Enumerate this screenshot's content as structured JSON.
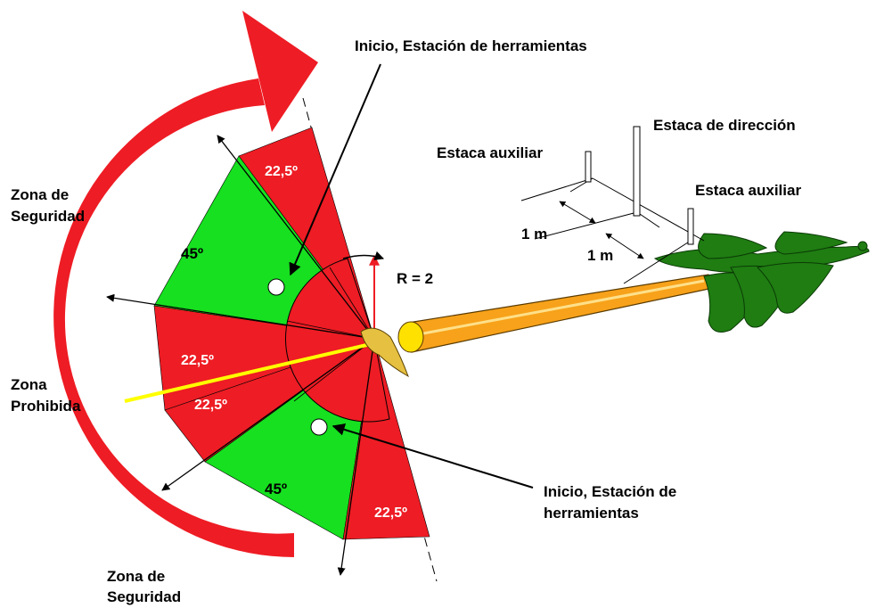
{
  "labels": {
    "start_top": "Inicio, Estación de herramientas",
    "start_bottom_1": "Inicio, Estación de",
    "start_bottom_2": "herramientas",
    "stake_direction": "Estaca de dirección",
    "stake_aux_left": "Estaca auxiliar",
    "stake_aux_right": "Estaca auxiliar",
    "dist_1": "1 m",
    "dist_2": "1 m",
    "radius": "R = 2",
    "safety_top_1": "Zona de",
    "safety_top_2": "Seguridad",
    "forbidden_1": "Zona",
    "forbidden_2": "Prohibida",
    "safety_bottom_1": "Zona de",
    "safety_bottom_2": "Seguridad"
  },
  "sectors": {
    "top_red": "22,5º",
    "top_green": "45º",
    "mid_red_upper": "22,5º",
    "mid_red_lower": "22,5º",
    "bottom_green": "45º",
    "bottom_red": "22,5º"
  },
  "colors": {
    "red": "#ee1c24",
    "green": "#16e020",
    "yellow": "#ffff00",
    "trunk": "#f7a21a",
    "foliage": "#1f7d12"
  }
}
